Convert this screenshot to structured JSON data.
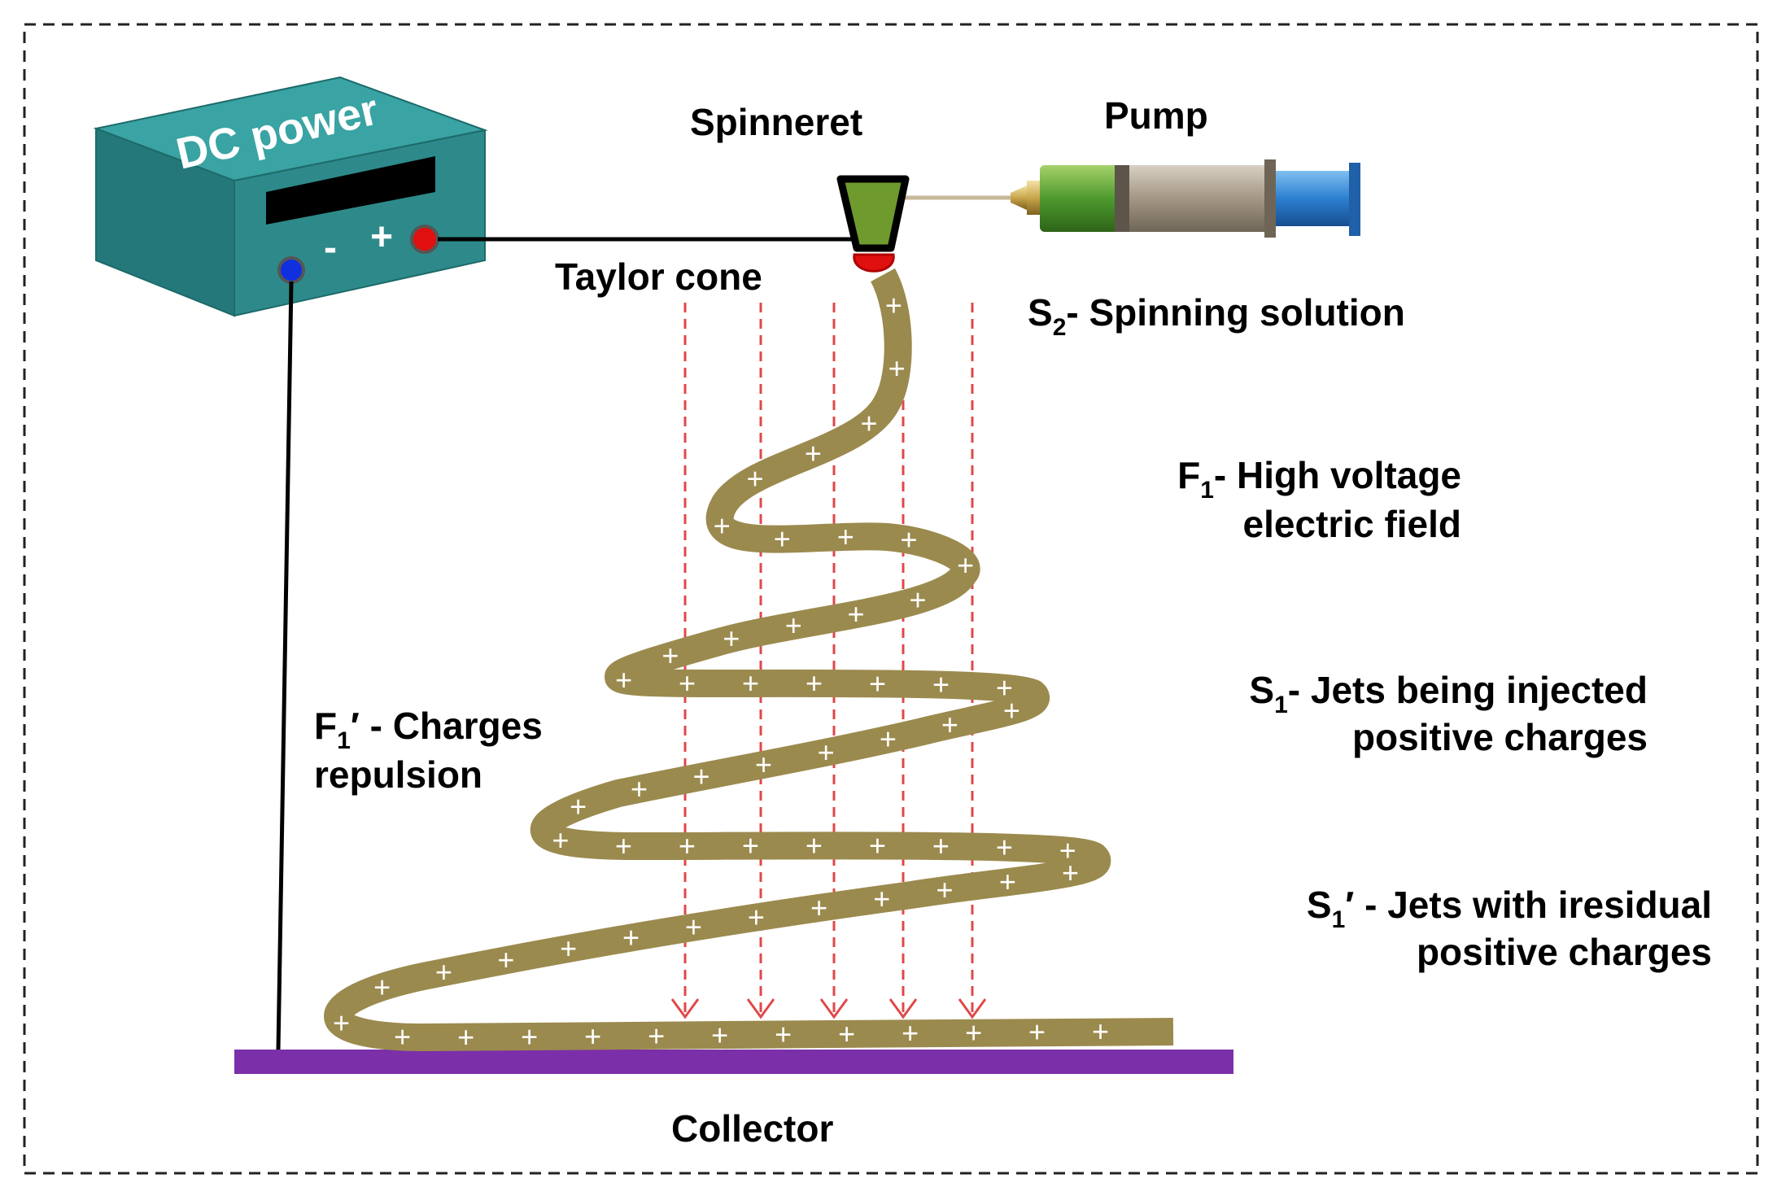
{
  "labels": {
    "dc_power": "DC power",
    "minus": "-",
    "plus": "+",
    "spinneret": "Spinneret",
    "pump": "Pump",
    "taylor_cone": "Taylor cone",
    "collector": "Collector",
    "s2": {
      "sym": "S",
      "sub": "2",
      "rest": "- Spinning solution"
    },
    "f1": {
      "sym": "F",
      "sub": "1",
      "rest": "- High voltage",
      "line2": "electric field"
    },
    "s1": {
      "sym": "S",
      "sub": "1",
      "rest": "- Jets being injected",
      "line2": "positive charges"
    },
    "f1p": {
      "sym": "F",
      "sub": "1",
      "rest": "′ - Charges",
      "line2": "repulsion"
    },
    "s1p": {
      "sym": "S",
      "sub": "1",
      "rest": "′ - Jets with iresidual",
      "line2": "positive charges"
    }
  },
  "charge_symbol": "+",
  "colors": {
    "box_teal": "#2E8A8A",
    "box_top": "#3AA3A3",
    "jet": "#9B8A4E",
    "collector": "#7B2FA8",
    "arrow": "#E04848",
    "positive_terminal": "#E01010",
    "negative_terminal": "#1030E0",
    "spinneret": "#6E9A2E",
    "syringe_green": "#4E9A2E",
    "plunger_blue": "#2C7FD0"
  }
}
